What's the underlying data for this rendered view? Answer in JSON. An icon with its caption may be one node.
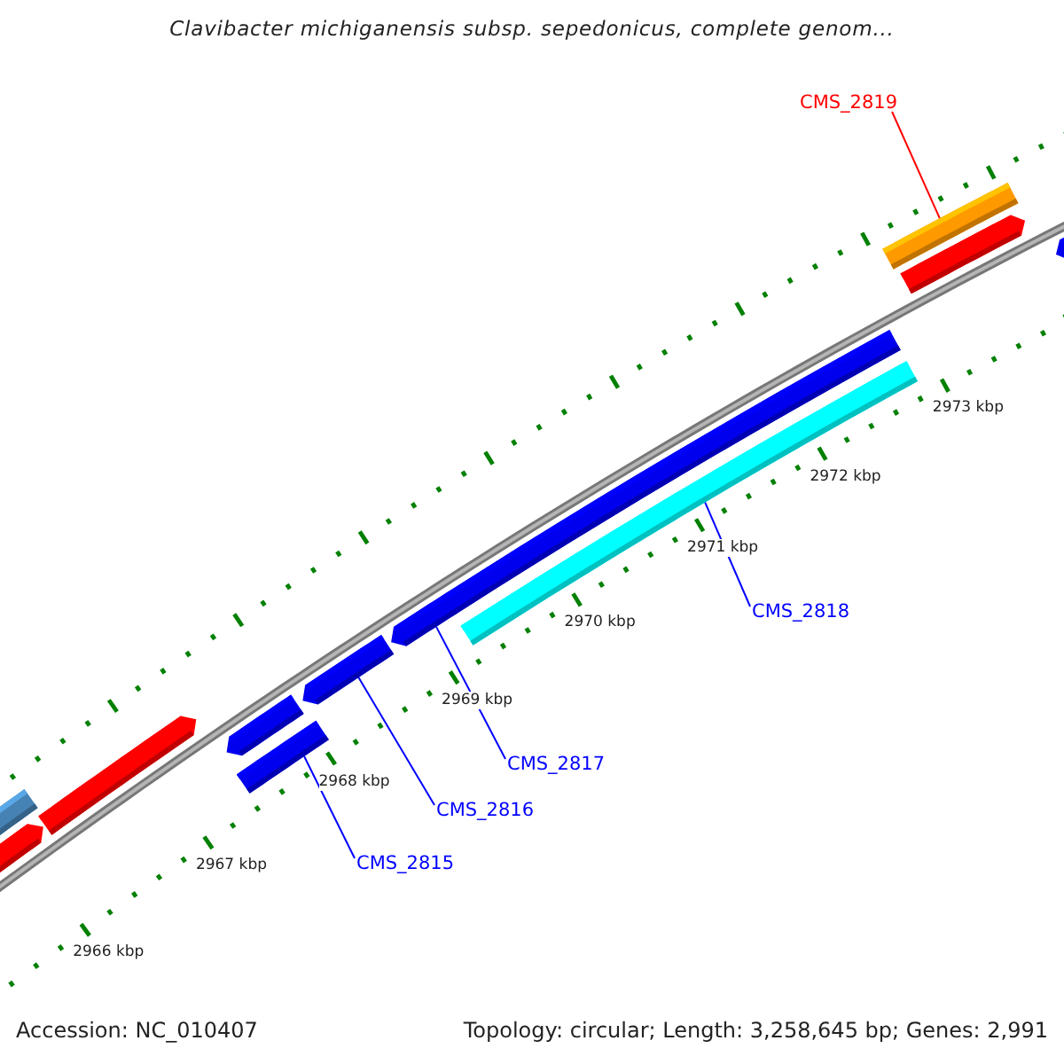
{
  "diagram": {
    "title": "Clavibacter michiganensis subsp. sepedonicus, complete genom...",
    "nodes": [
      {
        "text": [
          "CMS_2819"
        ]
      },
      {
        "text": [],
        "shape": "bar"
      },
      {
        "text": [],
        "shape": "bar"
      },
      {
        "text": [
          "CMS_2818"
        ]
      },
      {
        "text": [],
        "shape": "bar"
      },
      {
        "text": [
          "CMS_2817"
        ]
      },
      {
        "text": [],
        "shape": "bar"
      },
      {
        "text": [
          "CMS_2816"
        ]
      },
      {
        "text": [],
        "shape": "bar"
      },
      {
        "text": [
          "CMS_2815"
        ]
      }
    ],
    "edges": [
      {
        "from": 0,
        "to": 1,
        "arrow": "none",
        "color": "#ff0000"
      },
      {
        "from": 3,
        "to": 2,
        "arrow": "none"
      },
      {
        "from": 5,
        "to": 4,
        "arrow": "none"
      },
      {
        "from": 7,
        "to": 6,
        "arrow": "none"
      },
      {
        "from": 9,
        "to": 8,
        "arrow": "none"
      }
    ],
    "labels": [
      "2973 kbp",
      "2972 kbp",
      "2971 kbp",
      "2970 kbp",
      "2969 kbp",
      "2968 kbp",
      "2967 kbp",
      "2966 kbp",
      "Accession: NC_010407",
      "Topology: circular; Length: 3,258,645 bp; Genes: 2,991"
    ]
  }
}
